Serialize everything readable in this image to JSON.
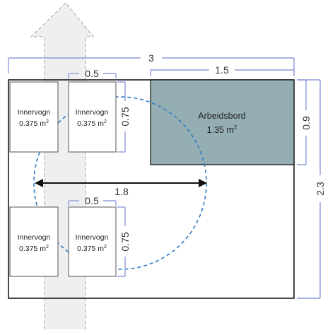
{
  "room": {
    "width_label": "3",
    "height_label": "2.3"
  },
  "workbench": {
    "name": "Arbeidsbord",
    "area_value": "1.35 m",
    "area_unit_sup": "2",
    "width_label": "1.5",
    "depth_label": "0.9",
    "fill_color": "#95aeb4"
  },
  "carts": [
    {
      "name": "Innervogn",
      "area_value": "0.375 m",
      "area_unit_sup": "2"
    },
    {
      "name": "Innervogn",
      "area_value": "0.375 m",
      "area_unit_sup": "2"
    },
    {
      "name": "Innervogn",
      "area_value": "0.375 m",
      "area_unit_sup": "2"
    },
    {
      "name": "Innervogn",
      "area_value": "0.375 m",
      "area_unit_sup": "2"
    }
  ],
  "cart_dims": {
    "top_width_label": "0.5",
    "top_height_label": "0.75",
    "bottom_width_label": "0.5",
    "bottom_height_label": "0.75"
  },
  "turning_circle": {
    "diameter_label": "1.8",
    "color": "#2f7bc4"
  },
  "colors": {
    "dimension_lines": "#8f9bdc",
    "walkway_fill": "#efefef",
    "walkway_edge": "#b8b8b8"
  }
}
